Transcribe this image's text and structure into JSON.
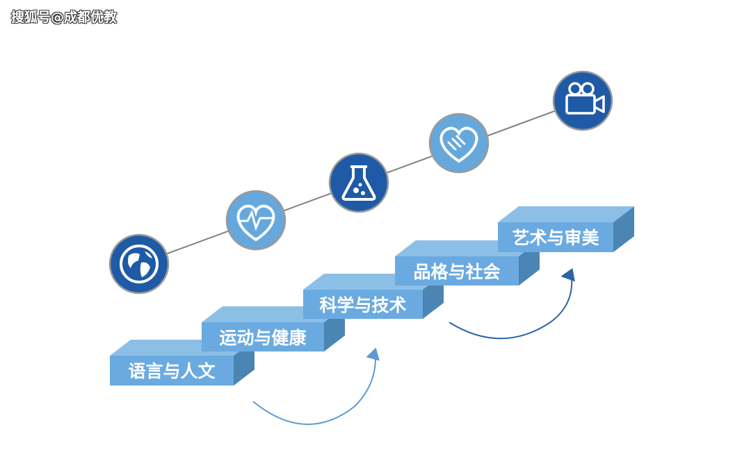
{
  "watermark": "搜狐号@成都优教",
  "colors": {
    "step_top": "#8cbfe6",
    "step_front": "#6aaae0",
    "step_side": "#4a85b4",
    "circle_dark": "#1f5aa6",
    "circle_light": "#66a8dc",
    "circle_border": "#9a9a9a",
    "line": "#808080",
    "arrow_light": "#5b9bd5",
    "arrow_dark": "#2a64a8"
  },
  "steps": [
    {
      "label": "语言与人文"
    },
    {
      "label": "运动与健康"
    },
    {
      "label": "科学与技术"
    },
    {
      "label": "品格与社会"
    },
    {
      "label": "艺术与审美"
    }
  ],
  "icons": [
    {
      "name": "globe-icon",
      "style": "dark"
    },
    {
      "name": "heart-pulse-icon",
      "style": "light"
    },
    {
      "name": "flask-icon",
      "style": "dark"
    },
    {
      "name": "handshake-icon",
      "style": "light"
    },
    {
      "name": "video-camera-icon",
      "style": "dark"
    }
  ]
}
